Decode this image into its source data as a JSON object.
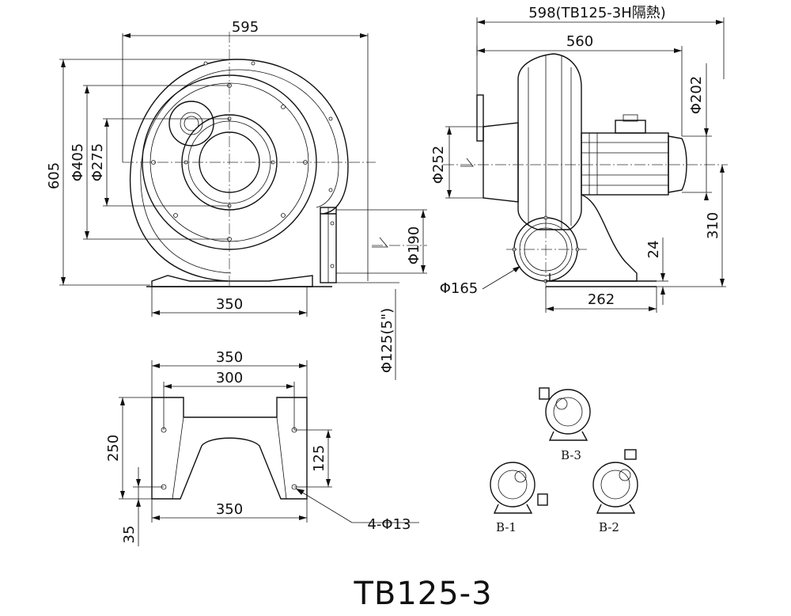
{
  "title": "TB125-3",
  "front_view": {
    "width_label": "595",
    "height_label": "605",
    "dia_outer_label": "Φ405",
    "dia_inner_label": "Φ275",
    "outlet_label": "Φ190",
    "base_label": "350",
    "outlet_nominal_label": "Φ125(5\")"
  },
  "side_view": {
    "overall_label": "598(TB125-3H隔熱)",
    "length_label": "560",
    "motor_dia_label": "Φ202",
    "flange_dia_label": "Φ252",
    "shaft_height_label": "310",
    "base_height_label": "24",
    "base_length_label": "262",
    "inlet_label": "Φ165"
  },
  "base_view": {
    "width_outer_label": "350",
    "width_holes_label": "300",
    "height_label": "250",
    "hole_spacing_label": "125",
    "bottom_label": "350",
    "offset_label": "35",
    "holes_label": "4-Φ13"
  },
  "orientations": {
    "b1_label": "B-1",
    "b2_label": "B-2",
    "b3_label": "B-3"
  }
}
